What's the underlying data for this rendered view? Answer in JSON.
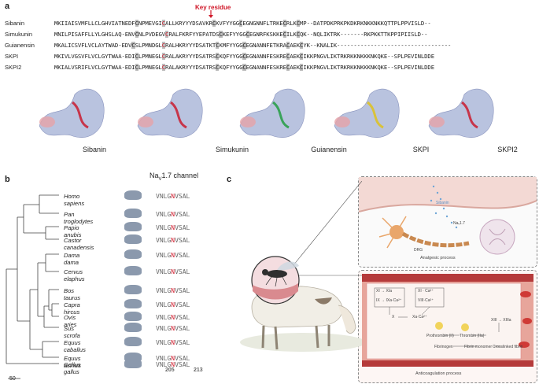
{
  "panel_a": {
    "label": "a",
    "key_residue_label": "Key residue",
    "sequences": [
      {
        "name": "Sibanin",
        "pre": "MKIIAISVMFLLCLGHVIATNEDF",
        "c1": "C",
        "mid1": "NPMEVGI",
        "key": "C",
        "mid2": "ALLKRYYYDSAVKR",
        "c3": "C",
        "mid3": "KVFYYGG",
        "c4": "C",
        "mid4": "EGNGNNFLTRKE",
        "c5": "C",
        "mid5": "RLK",
        "c6": "C",
        "post": "MP--DATPDKPRKPKDKRKNKKNKKQTTPLPPVISLD--"
      },
      {
        "name": "Simukunin",
        "pre": "MNILPISAFFLLYLGHSLAQ-ENV",
        "c1": "C",
        "mid1": "NLPVDEGV",
        "key": "C",
        "mid2": "RALFKRFYYEPATDS",
        "c3": "C",
        "mid3": "KEFYYGG",
        "c4": "C",
        "mid4": "EGNRFKSKKE",
        "c5": "C",
        "mid5": "ILK",
        "c6": "C",
        "post": "QK--NQLIKTRK-------RKPKKTTKPPIPIISLD--"
      },
      {
        "name": "Guianensin",
        "pre": "MKALICSVFLVCLAYTWAD-EDV",
        "c1": "C",
        "mid1": "SLPMNDGL",
        "key": "C",
        "mid2": "RALHKRYYYDSATKT",
        "c3": "C",
        "mid3": "KMFYYGG",
        "c4": "C",
        "mid4": "EGNANNFETKRA",
        "c5": "C",
        "mid5": "AEK",
        "c6": "C",
        "post": "YK--KNALIK----------------------------------"
      },
      {
        "name": "SKPI",
        "pre": "MKIVLVGSVFLVCLGYTWAA-EDI",
        "c1": "C",
        "mid1": "LPMNEGL",
        "key": "C",
        "mid2": "RALAKRYYYDSATRS",
        "c3": "C",
        "mid3": "KQFYYGG",
        "c4": "C",
        "mid4": "EGNANNFESKRE",
        "c5": "C",
        "mid5": "AEK",
        "c6": "C",
        "post": "IKKPNGVLIKTRKRKKNKKKNKQKE--SPLPEVINLDDE"
      },
      {
        "name": "SKPI2",
        "pre": "MKIALVSRIFLVCLGYTWAA-EDI",
        "c1": "C",
        "mid1": "LPMNEGL",
        "key": "C",
        "mid2": "RALAKRYYYDSATRS",
        "c3": "C",
        "mid3": "KQFYYGG",
        "c4": "C",
        "mid4": "EGNANNFESKRE",
        "c5": "C",
        "mid5": "AEK",
        "c6": "C",
        "post": "IKKPNGVLIKTRKRKKNKKKNKQKE--SPLPEVINLDDE"
      }
    ],
    "structures": [
      "Sibanin",
      "Simukunin",
      "Guianensin",
      "SKPI",
      "SKPI2"
    ]
  },
  "panel_b": {
    "label": "b",
    "channel_prefix": "Na",
    "channel_sub": "V",
    "channel_suffix": "1.7 channel",
    "motif_a": "VNLG",
    "motif_key": "N",
    "motif_b": "VSAL",
    "pos_start": "205",
    "pos_end": "213",
    "scale": "50",
    "species": [
      {
        "name": "Homo sapiens",
        "icon": "human-icon"
      },
      {
        "name": "Pan troglodytes",
        "icon": "chimp-icon"
      },
      {
        "name": "Papio anubis",
        "icon": "elephant-icon"
      },
      {
        "name": "Castor canadensis",
        "icon": "beaver-icon"
      },
      {
        "name": "Dama dama",
        "icon": "deer-icon"
      },
      {
        "name": "Cervus elaphus",
        "icon": "deer-icon"
      },
      {
        "name": "Bos taurus",
        "icon": "cow-icon"
      },
      {
        "name": "Capra hircus",
        "icon": "goat-icon"
      },
      {
        "name": "Ovis aries",
        "icon": "sheep-icon"
      },
      {
        "name": "Sus scrofa",
        "icon": "pig-icon"
      },
      {
        "name": "Equus caballus",
        "icon": "horse-icon"
      },
      {
        "name": "Equus asinus",
        "icon": "donkey-icon"
      },
      {
        "name": "Gallus gallus",
        "icon": "chicken-icon"
      }
    ]
  },
  "panel_c": {
    "label": "c",
    "analgesic_caption": "Analgesic process",
    "anticoag_caption": "Anticoagulation process",
    "sibanin_tag": "Sibanin",
    "nav_tag": "Naᵥ1.7",
    "drg_tag": "DRG",
    "cascade": {
      "xi": "XI → XIa",
      "ix": "IX → IXa·Ca²⁺",
      "x_box": "XI · Ca²⁺",
      "viii": "VIII·Ca²⁺",
      "x": "X",
      "xa": "Xa·Ca²⁺",
      "prothrombin": "Prothrombin (II)",
      "thrombin": "Thrombin (IIa)",
      "xiii": "XIII → XIIIa",
      "fibrinogen": "Fibrinogen",
      "fibrin_monomer": "Fibrin monomer",
      "crosslinked": "Crosslinked fibrin"
    }
  },
  "colors": {
    "key": "#d0192a",
    "cys": "#bdbdbd",
    "text": "#222222"
  }
}
